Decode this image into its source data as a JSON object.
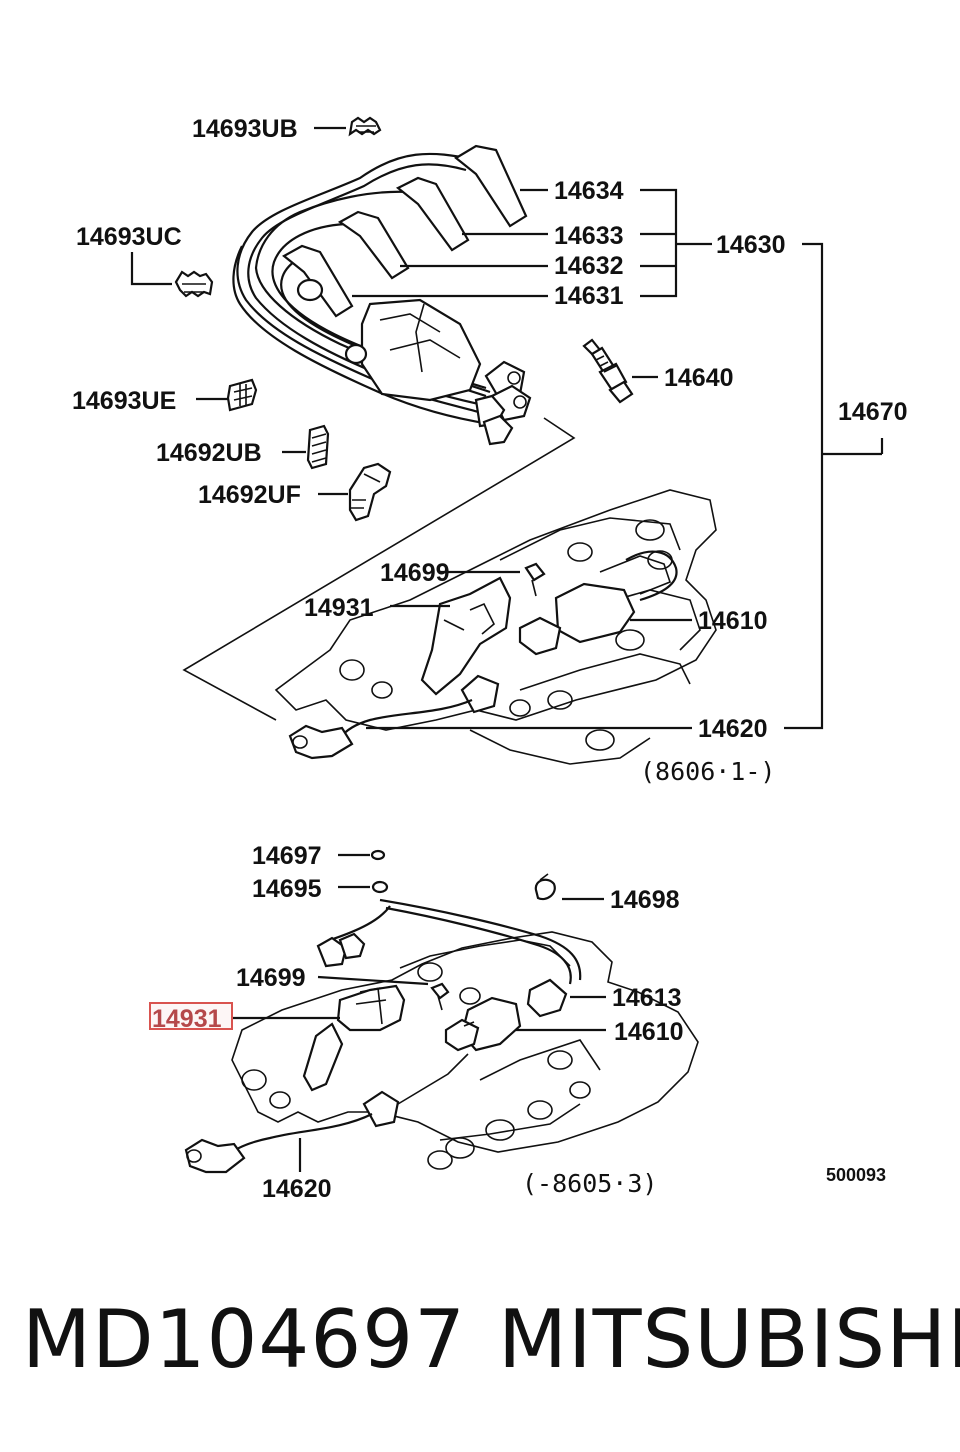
{
  "labels": {
    "l14693UB": "14693UB",
    "l14693UC": "14693UC",
    "l14693UE": "14693UE",
    "l14692UB": "14692UB",
    "l14692UF": "14692UF",
    "l14634": "14634",
    "l14633": "14633",
    "l14632": "14632",
    "l14631": "14631",
    "l14630": "14630",
    "l14640": "14640",
    "l14670": "14670",
    "l14699_top": "14699",
    "l14931_top": "14931",
    "l14610_top": "14610",
    "l14620_top": "14620",
    "date_top": "(8606·1-)",
    "l14697": "14697",
    "l14695": "14695",
    "l14698": "14698",
    "l14699_bottom": "14699",
    "l14613": "14613",
    "l14931_bottom": "14931",
    "l14610_bottom": "14610",
    "l14620_bottom": "14620",
    "date_bottom": "(-8605·3)",
    "drawing_code": "500093"
  },
  "caption": {
    "part_number": "MD104697",
    "brand": "MITSUBISHI"
  },
  "highlight_color": "#d9534f"
}
